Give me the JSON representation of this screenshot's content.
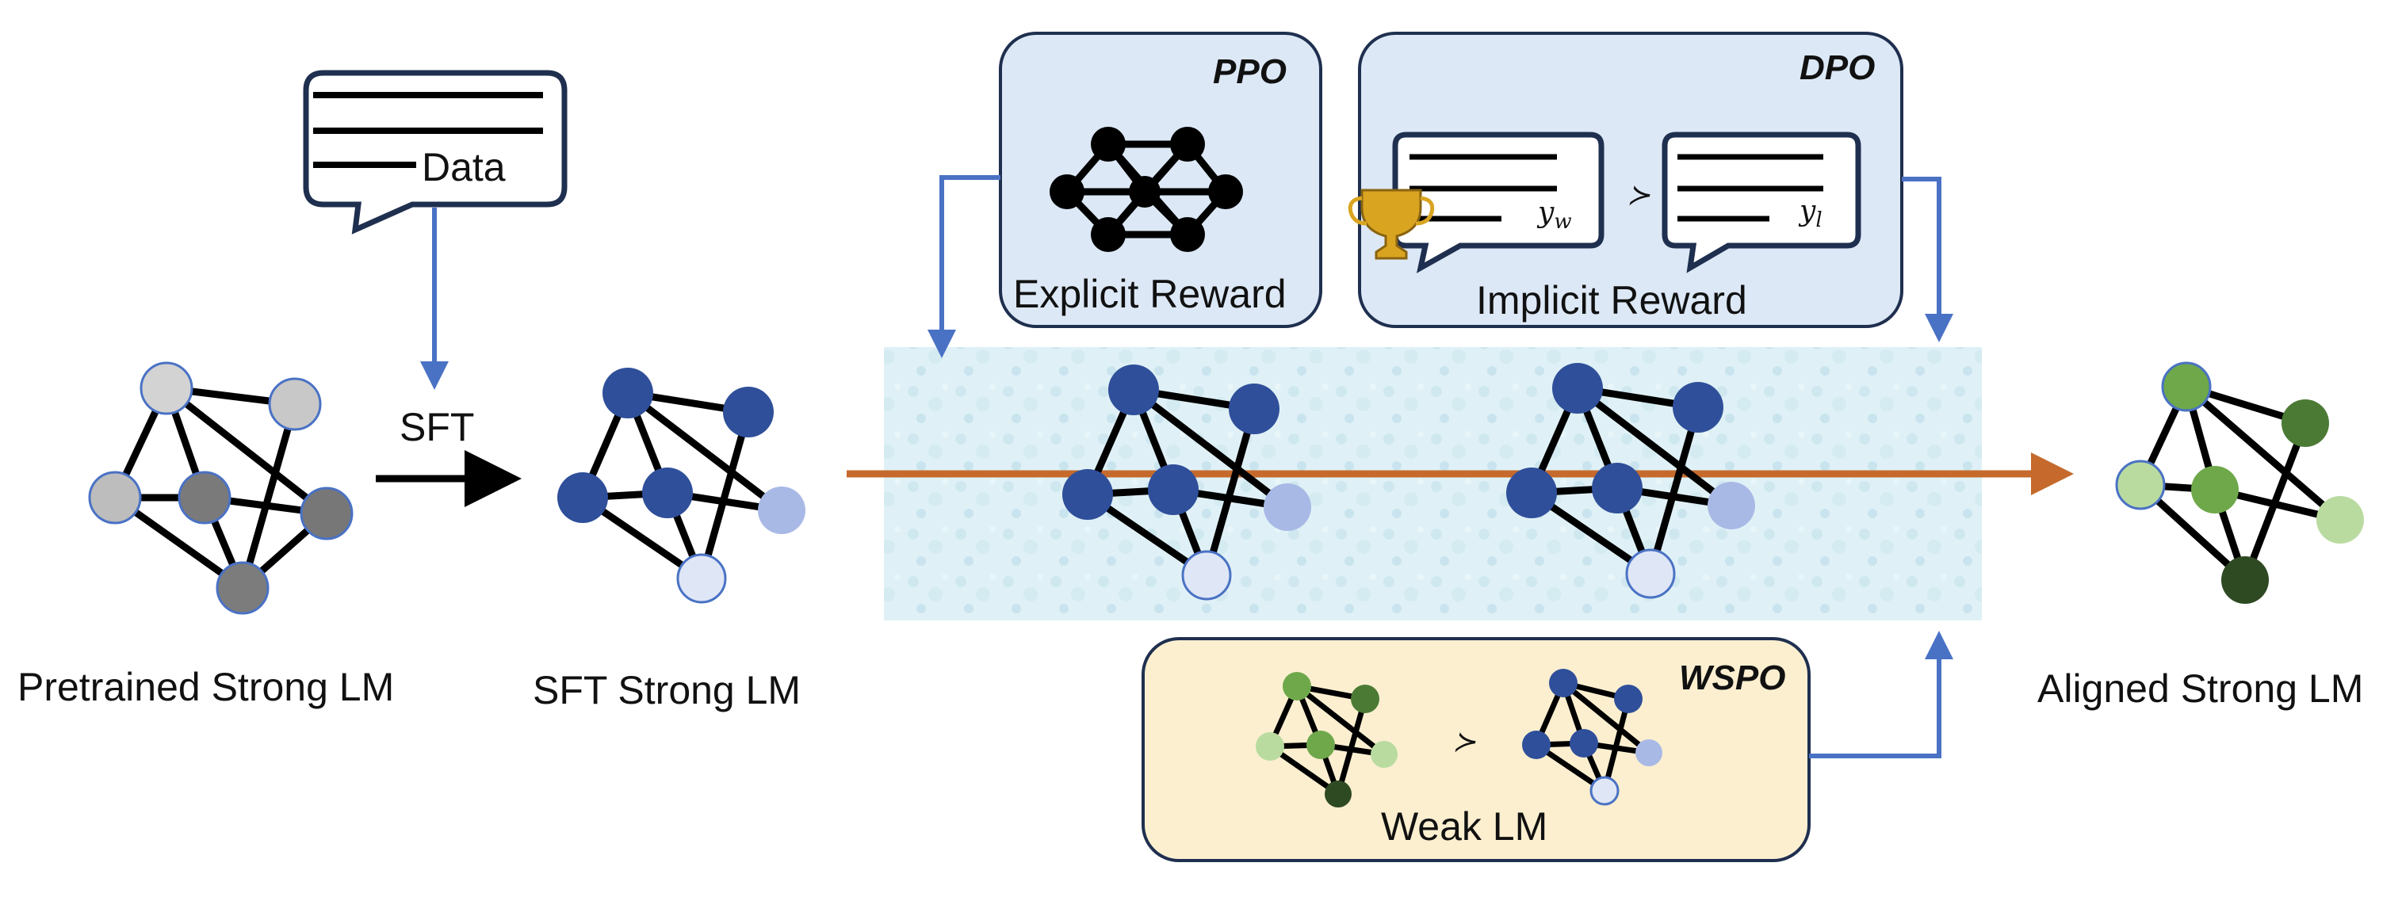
{
  "colors": {
    "edge": "#000000",
    "node_gray_light": "#d3d3d3",
    "node_gray_mid": "#b5b5b5",
    "node_gray_dark": "#7a7a7a",
    "node_blue_dark": "#2f4f9a",
    "node_blue_light": "#a9b9e6",
    "node_blue_pale": "#dfe6f6",
    "node_green_mid": "#6ea84a",
    "node_green_light": "#b9dba0",
    "node_green_dark": "#4b7a35",
    "node_green_darkest": "#2e4a23",
    "arrow_main": "#c56a2c",
    "arrow_blue": "#4a72c4",
    "ppo_dpo_box": "#dce8f6",
    "wspo_box": "#fbefd0",
    "water_band": "#dff1f6"
  },
  "data_bubble": {
    "label": "Data"
  },
  "sft": {
    "label": "SFT"
  },
  "models": {
    "pretrained": "Pretrained Strong LM",
    "sft": "SFT Strong LM",
    "aligned": "Aligned Strong LM"
  },
  "ppo": {
    "tag": "PPO",
    "caption": "Explicit Reward"
  },
  "dpo": {
    "tag": "DPO",
    "caption": "Implicit Reward",
    "winner_sub": "w",
    "loser_sub": "l",
    "prefer_symbol": "≻",
    "trophy_icon": "trophy-icon"
  },
  "wspo": {
    "tag": "WSPO",
    "caption": "Weak LM",
    "prefer_symbol": "≻"
  }
}
